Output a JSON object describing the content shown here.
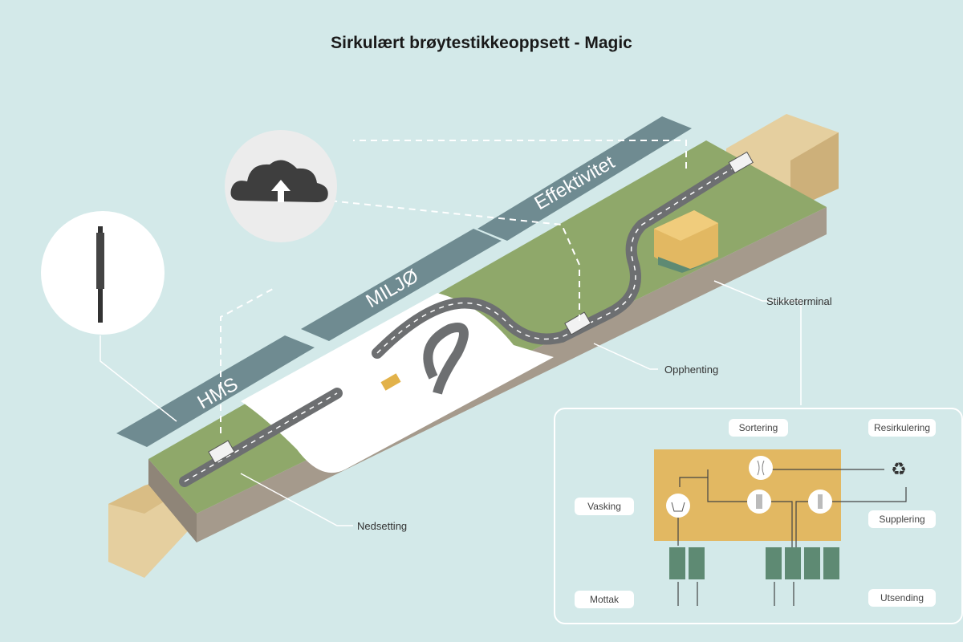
{
  "title": "Sirkulært brøytestikkeoppsett - Magic",
  "banners": {
    "hms": "HMS",
    "miljo": "MILJØ",
    "effektivitet": "Effektivitet"
  },
  "callouts": {
    "stikketerminal": "Stikketerminal",
    "opphenting": "Opphenting",
    "nedsetting": "Nedsetting"
  },
  "inset": {
    "sortering": "Sortering",
    "resirkulering": "Resirkulering",
    "vasking": "Vasking",
    "supplering": "Supplering",
    "mottak": "Mottak",
    "utsending": "Utsending"
  },
  "icons": [
    "cloud-upload-icon",
    "snow-pole-icon",
    "recycle-icon",
    "wash-icon",
    "truck-icon"
  ],
  "colors": {
    "background": "#d3e9e9",
    "grass": "#8fa86a",
    "banner": "#6f8b91",
    "terminal": "#e2b862",
    "bins": "#5e8a73",
    "arrow": "#e5cf9f"
  }
}
